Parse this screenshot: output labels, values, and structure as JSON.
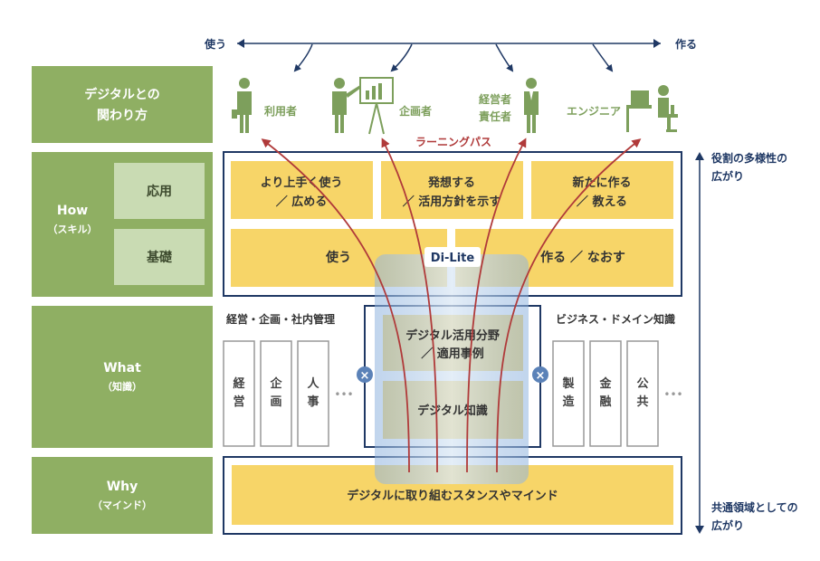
{
  "axis": {
    "left_label": "使う",
    "right_label": "作る"
  },
  "rows": {
    "digital": {
      "line1": "デジタルとの",
      "line2": "関わり方"
    },
    "how": {
      "title": "How",
      "sub": "（スキル）"
    },
    "what": {
      "title": "What",
      "sub": "（知識）"
    },
    "why": {
      "title": "Why",
      "sub": "（マインド）"
    }
  },
  "skill_levels": {
    "advanced": "応用",
    "basic": "基礎"
  },
  "roles": {
    "user": "利用者",
    "planner": "企画者",
    "manager_line1": "経営者",
    "manager_line2": "責任者",
    "engineer": "エンジニア"
  },
  "learning_path": "ラーニングパス",
  "how_boxes": {
    "b1_line1": "より上手く使う",
    "b1_line2": "／ 広める",
    "b2_line1": "発想する",
    "b2_line2": "／ 活用方針を示す",
    "b3_line1": "新たに作る",
    "b3_line2": "／ 教える",
    "use": "使う",
    "make": "作る ／ なおす"
  },
  "dilite": "Di-Lite",
  "what": {
    "mgmt_label": "経営・企画・社内管理",
    "biz_label": "ビジネス・ドメイン知識",
    "mgmt_cards": [
      {
        "c1": "経",
        "c2": "営"
      },
      {
        "c1": "企",
        "c2": "画"
      },
      {
        "c1": "人",
        "c2": "事"
      }
    ],
    "biz_cards": [
      {
        "c1": "製",
        "c2": "造"
      },
      {
        "c1": "金",
        "c2": "融"
      },
      {
        "c1": "公",
        "c2": "共"
      }
    ],
    "ellipsis": "•••",
    "cross": "×",
    "field_line1": "デジタル活用分野",
    "field_line2": "／ 適用事例",
    "knowledge": "デジタル知識"
  },
  "why_box": "デジタルに取り組むスタンスやマインド",
  "right_axis": {
    "top_line1": "役割の多様性の",
    "top_line2": "広がり",
    "bottom_line1": "共通領域としての",
    "bottom_line2": "広がり"
  },
  "colors": {
    "green_dark": "#8faf63",
    "green_light": "#c9dbb3",
    "figure_green": "#7d9f5c",
    "yellow": "#f7d568",
    "navy": "#1f3864",
    "red_path": "#b03a3a",
    "blue_band": "#8fb3de"
  }
}
